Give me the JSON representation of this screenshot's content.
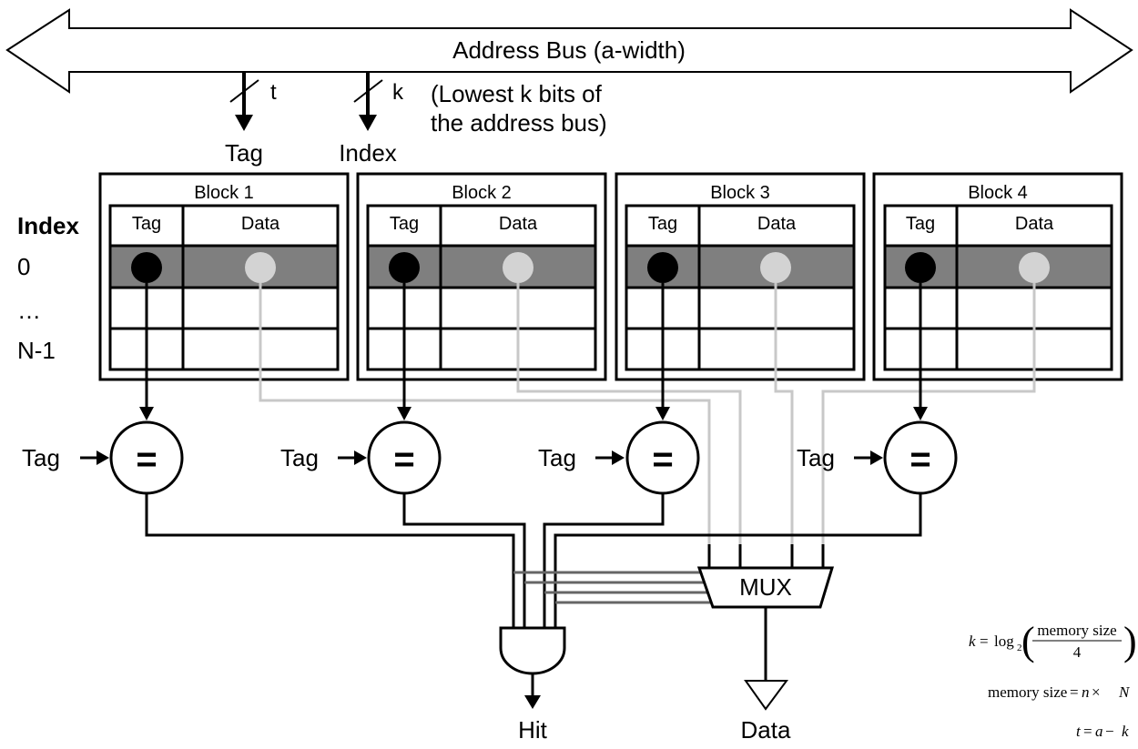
{
  "bus": {
    "label": "Address Bus (a-width)",
    "tag_width": "t",
    "index_width": "k",
    "note_line1": "(Lowest k bits of",
    "note_line2": "the address bus)",
    "tag_label": "Tag",
    "index_label": "Index"
  },
  "rows": {
    "header": "Index",
    "first": "0",
    "ellipsis": "…",
    "last": "N-1"
  },
  "blocks": [
    {
      "title": "Block 1",
      "tag_col": "Tag",
      "data_col": "Data"
    },
    {
      "title": "Block 2",
      "tag_col": "Tag",
      "data_col": "Data"
    },
    {
      "title": "Block 3",
      "tag_col": "Tag",
      "data_col": "Data"
    },
    {
      "title": "Block 4",
      "tag_col": "Tag",
      "data_col": "Data"
    }
  ],
  "comparators": [
    {
      "input_label": "Tag",
      "symbol": "="
    },
    {
      "input_label": "Tag",
      "symbol": "="
    },
    {
      "input_label": "Tag",
      "symbol": "="
    },
    {
      "input_label": "Tag",
      "symbol": "="
    }
  ],
  "mux": {
    "label": "MUX"
  },
  "outputs": {
    "hit": "Hit",
    "data": "Data"
  },
  "formulas": {
    "k_lhs": "k",
    "eq": "=",
    "log": "log",
    "log_base": "2",
    "frac_num": "memory size",
    "frac_den": "4",
    "mem_lhs": "memory size",
    "mem_n": "n",
    "times": "×",
    "mem_N": "N",
    "t_lhs": "t",
    "a": "a",
    "minus": "−"
  },
  "colors": {
    "line": "#000000",
    "data_line": "#c8c8c8",
    "mux_line": "#666666",
    "row_fill": "#7f7f7f",
    "data_dot": "#d3d3d3"
  }
}
